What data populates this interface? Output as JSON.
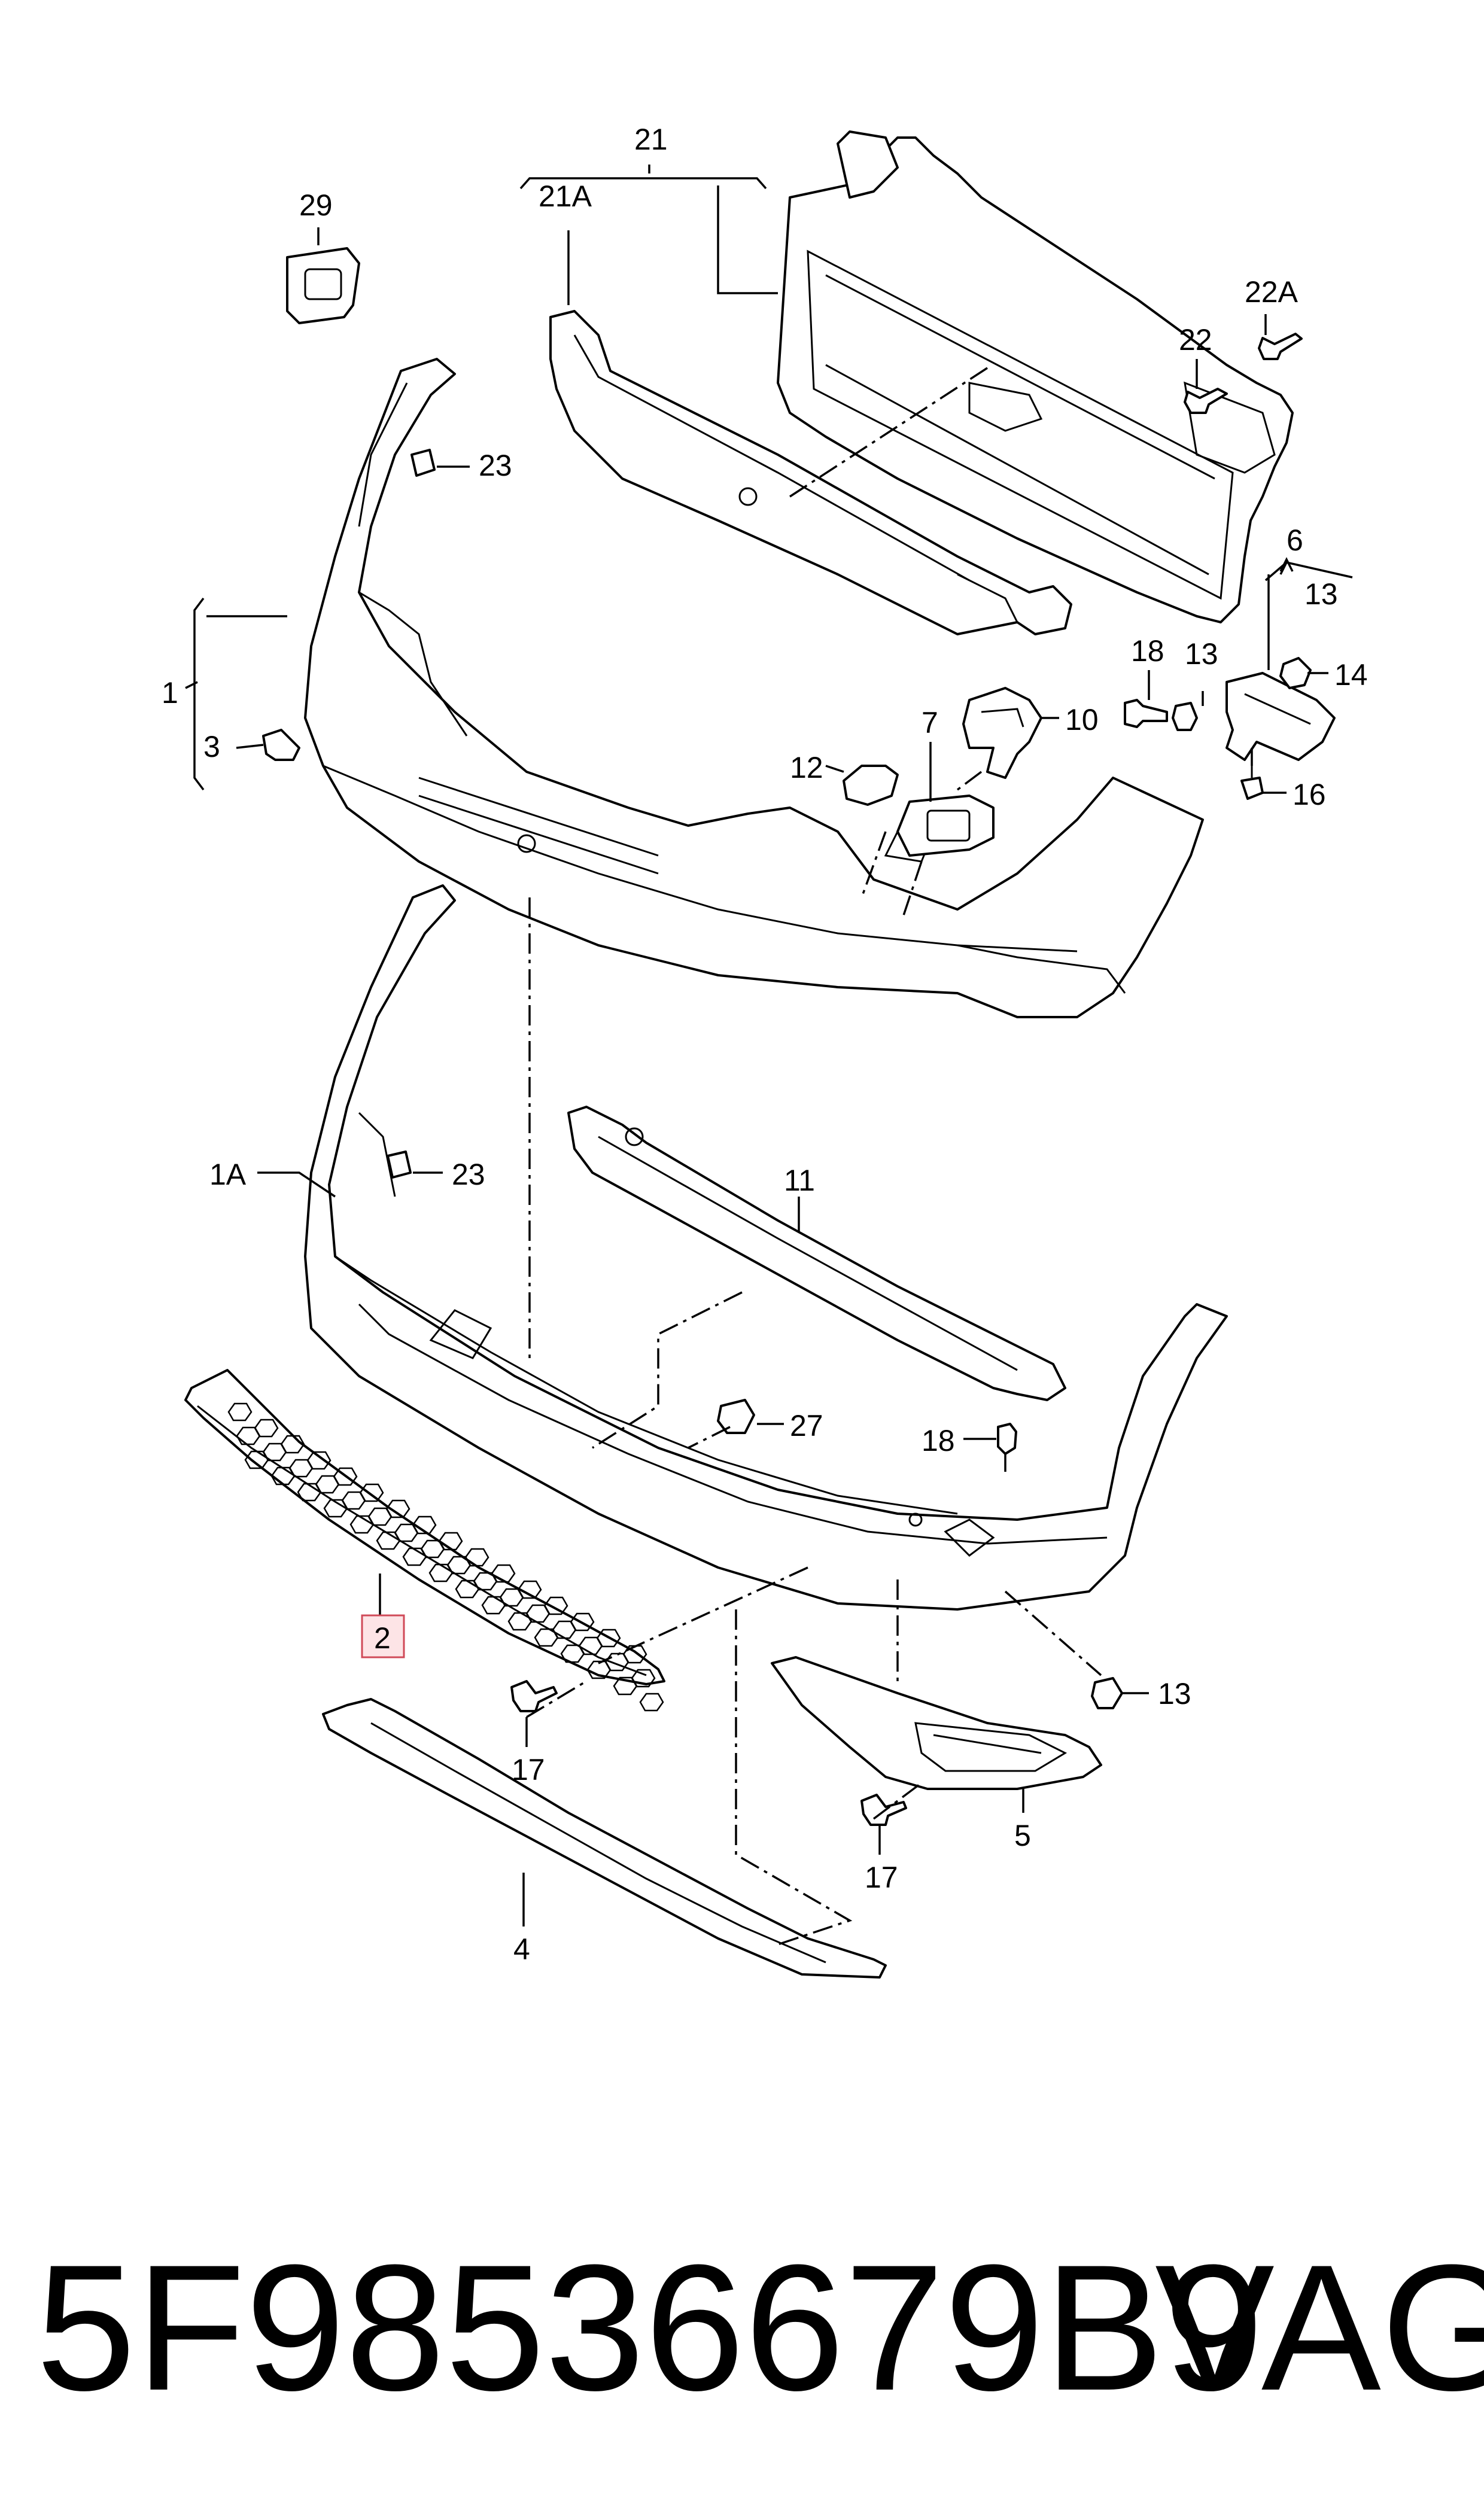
{
  "labels": {
    "l21": "21",
    "l21A": "21A",
    "l29": "29",
    "l22": "22",
    "l22A": "22A",
    "l23a": "23",
    "l1": "1",
    "l3": "3",
    "l6": "6",
    "l13a": "13",
    "l18a": "18",
    "l13b": "13",
    "l14": "14",
    "l7": "7",
    "l10": "10",
    "l12": "12",
    "l16": "16",
    "l1A": "1A",
    "l23b": "23",
    "l11": "11",
    "l27": "27",
    "l18b": "18",
    "l2": "2",
    "l13c": "13",
    "l17a": "17",
    "l5": "5",
    "l17b": "17",
    "l4": "4"
  },
  "highlight_color": "#fde4e6",
  "footer": {
    "part_number": "5F98536679B9",
    "brand": "VAG"
  }
}
